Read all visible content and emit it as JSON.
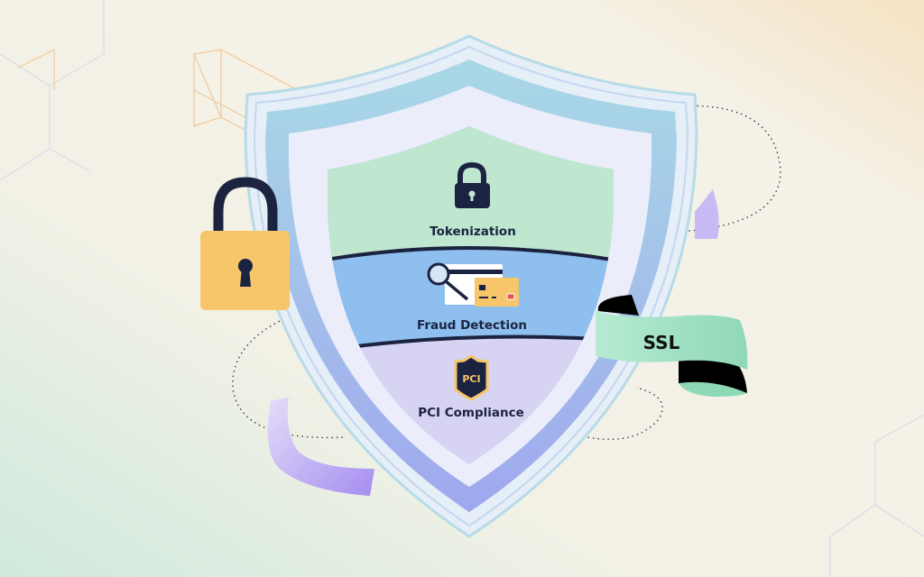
{
  "illustration": {
    "layers": [
      {
        "label": "Tokenization",
        "icon": "lock-icon",
        "color": "#bfe6cf"
      },
      {
        "label": "Fraud Detection",
        "icon": "card-magnifier-icon",
        "color": "#8ebfee"
      },
      {
        "label": "PCI Compliance",
        "icon": "pci-badge-icon",
        "badge_text": "PCI",
        "color": "#d6d3f3"
      }
    ],
    "ribbon_label": "SSL",
    "colors": {
      "navy": "#1c2340",
      "lock_body": "#f7c66b",
      "ribbon_green": "#a6e3c6",
      "ribbon_purple": "#b9a5f2",
      "background": "#f4f1e6"
    }
  }
}
